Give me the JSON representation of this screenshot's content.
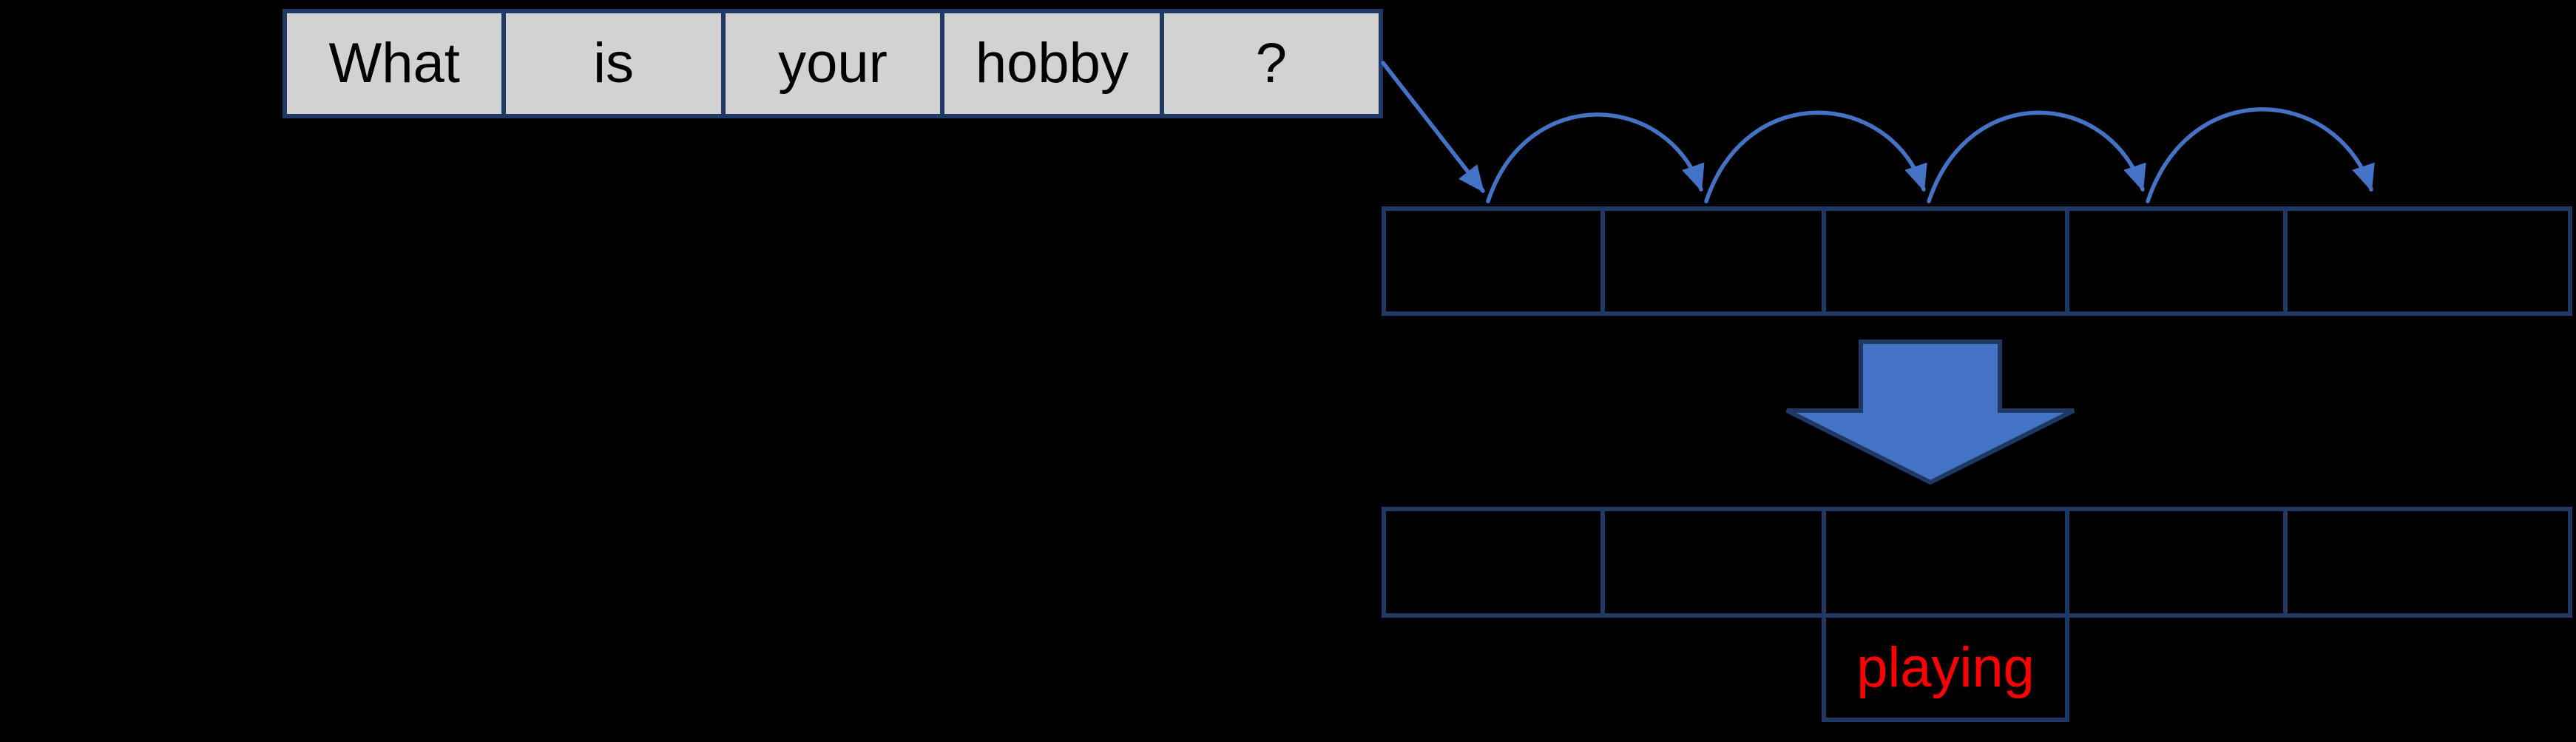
{
  "sentence_strip": {
    "tokens": [
      "What",
      "is",
      "your",
      "hobby",
      "?"
    ]
  },
  "input_row": {
    "cell_count": 5
  },
  "output_row": {
    "cell_count": 5
  },
  "prediction": {
    "label": "playing"
  },
  "icons": {
    "connector_arrow": "diagonal-straight-arrow",
    "hop_arc": "curved-hop-arrow",
    "transform_arrow": "big-down-block-arrow"
  },
  "colors": {
    "background": "#000000",
    "token_box_fill": "#d2d2d2",
    "border_navy": "#1f3864",
    "arrow_blue": "#4472c4",
    "prediction_red": "#ff0000",
    "token_text": "#000000"
  }
}
